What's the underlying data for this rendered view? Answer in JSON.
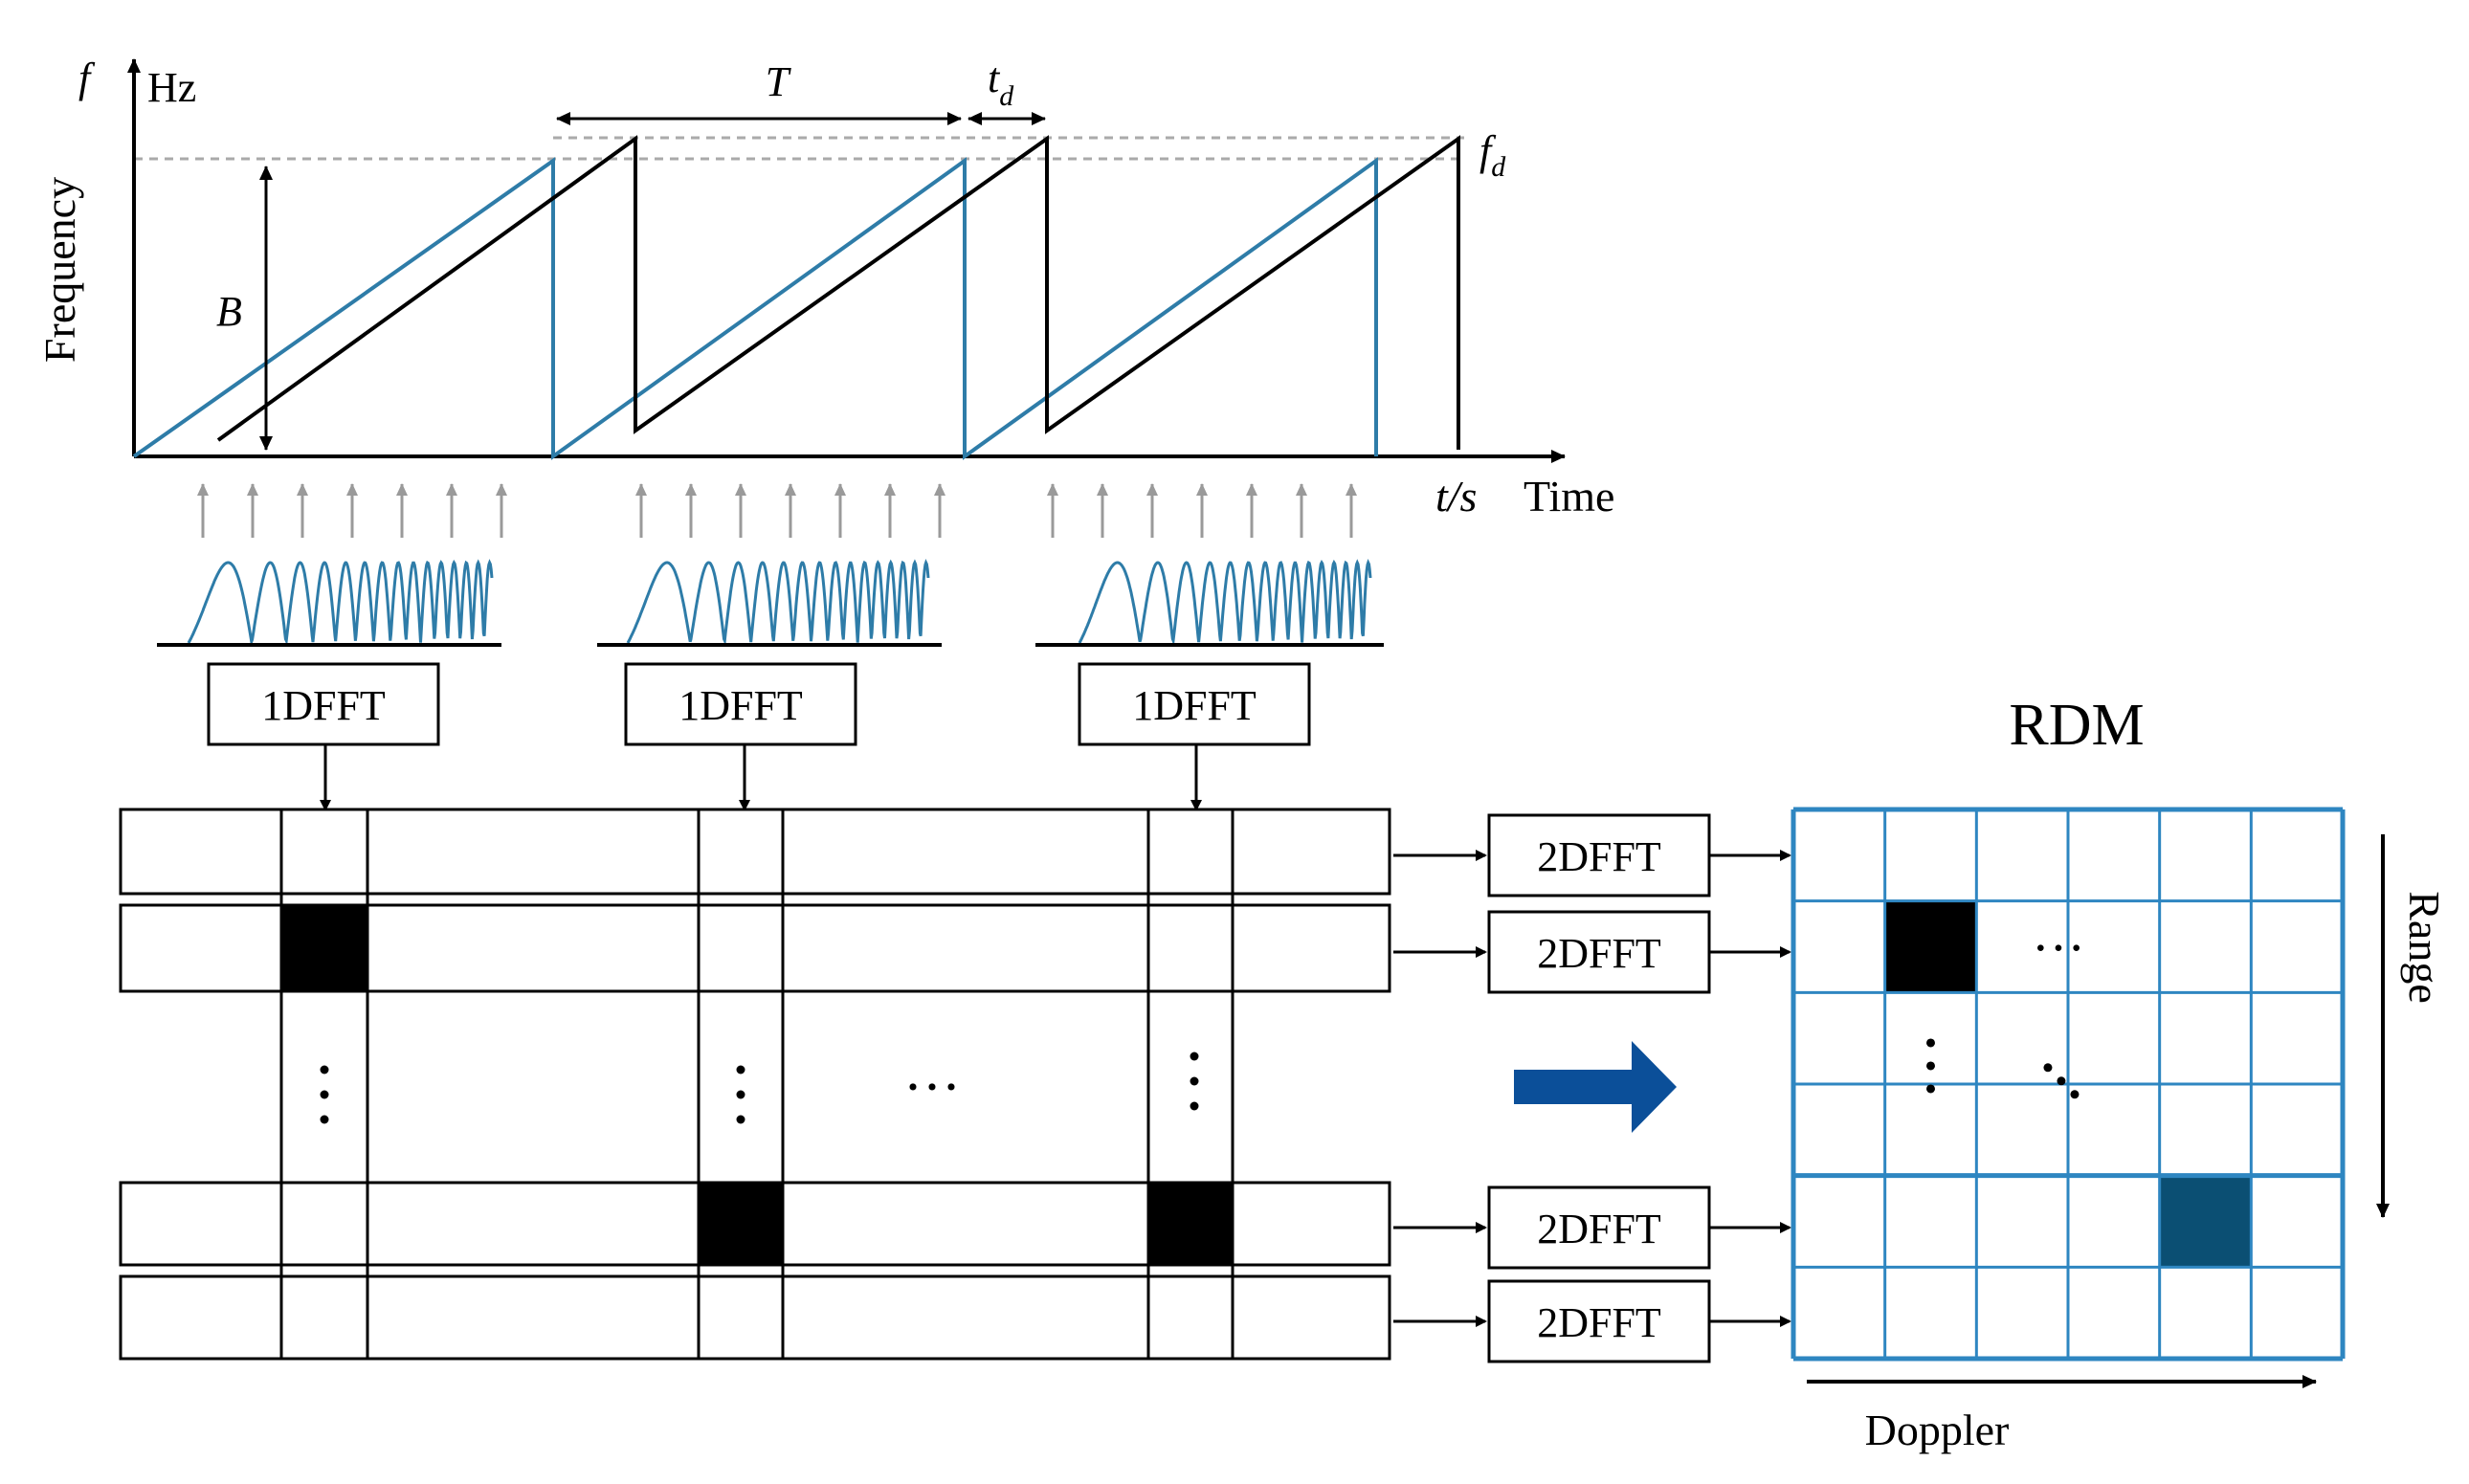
{
  "colors": {
    "transmit": "#2E7CA8",
    "receive": "#000000",
    "rdm_grid": "#2E86C1",
    "rdm_target": "#0B4F73",
    "big_arrow": "#0B4F99",
    "sample_arrow": "#9A9A9A"
  },
  "fmcw": {
    "axis_f": "f",
    "axis_hz": "Hz",
    "ylabel": "Frequency",
    "x_unit_t": "t",
    "x_unit_s": "/s",
    "xlabel": "Time",
    "period_label": "T",
    "delay_label_main": "t",
    "delay_label_sub": "d",
    "doppler_label_main": "f",
    "doppler_label_sub": "d",
    "bandwidth_label": "B"
  },
  "fft1": {
    "label": "1DFFT",
    "count": 3
  },
  "fft2": {
    "label": "2DFFT",
    "count": 4
  },
  "rdm": {
    "title": "RDM",
    "range_label": "Range",
    "doppler_label": "Doppler",
    "rows": 6,
    "cols": 6
  },
  "ellipsis_h": "···"
}
